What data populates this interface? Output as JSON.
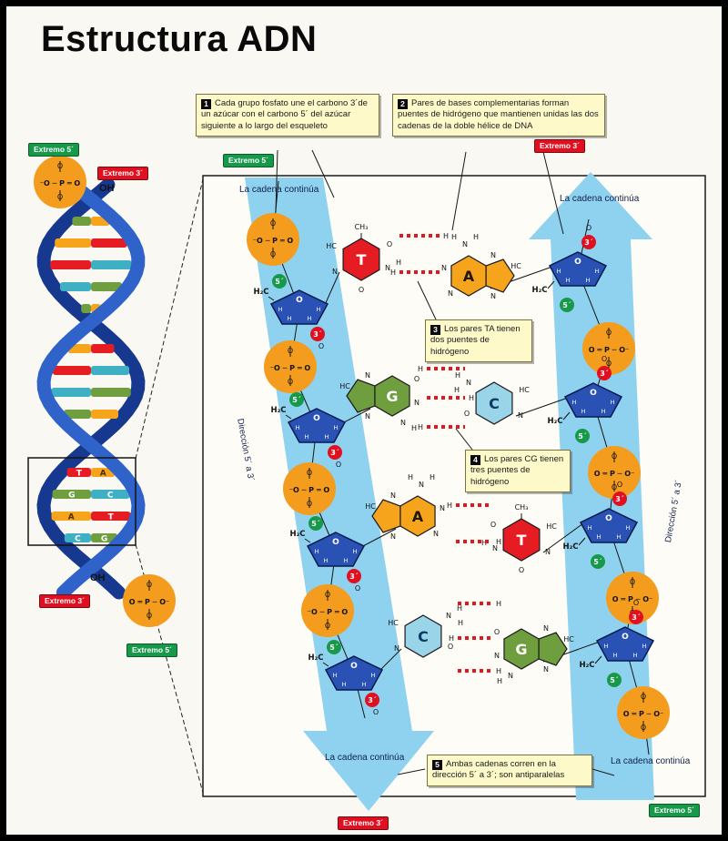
{
  "page": {
    "title": "Estructura ADN"
  },
  "labels": {
    "extremo5": "Extremo 5´",
    "extremo3": "Extremo 3´",
    "cadena": "La cadena continúa",
    "direccion": "Dirección 5´ a 3´",
    "oh": "OH"
  },
  "atoms": {
    "o": "O",
    "o_minus": "O⁻",
    "p": "P",
    "n": "N",
    "h": "H",
    "hc": "HC",
    "h2c": "H₂C",
    "ch3": "CH₃",
    "c": "C",
    "five_prime": "5´",
    "three_prime": "3´"
  },
  "phosphate": {
    "top": "O",
    "mid_left": "⁻O ─ P ═ O",
    "mid_right": "O ═ P ─ O⁻",
    "bottom": "O"
  },
  "callouts": [
    {
      "num": "1",
      "text": "Cada grupo fosfato une el carbono 3´de un azúcar con el carbono 5´ del azúcar siguiente a lo largo del esqueleto"
    },
    {
      "num": "2",
      "text": "Pares de bases complementarias forman puentes de hidrógeno que mantienen unidas las dos cadenas de la doble hélice de DNA"
    },
    {
      "num": "3",
      "text": "Los pares TA tienen dos puentes de hidrógeno"
    },
    {
      "num": "4",
      "text": "Los pares CG tienen tres puentes de hidrógeno"
    },
    {
      "num": "5",
      "text": "Ambas cadenas corren en la dirección 5´ a 3´; son antiparalelas"
    }
  ],
  "helix": {
    "base_pairs": [
      {
        "left": "T",
        "right": "A"
      },
      {
        "left": "G",
        "right": "C"
      },
      {
        "left": "A",
        "right": "T"
      },
      {
        "left": "C",
        "right": "G"
      }
    ]
  },
  "pairs": [
    {
      "left_base": "T",
      "right_base": "A",
      "hydrogen_bonds": 2
    },
    {
      "left_base": "G",
      "right_base": "C",
      "hydrogen_bonds": 3
    },
    {
      "left_base": "A",
      "right_base": "T",
      "hydrogen_bonds": 2
    },
    {
      "left_base": "C",
      "right_base": "G",
      "hydrogen_bonds": 3
    }
  ],
  "colors": {
    "thymine": "#e51d23",
    "adenine": "#f6a41c",
    "guanine": "#6f9e3f",
    "cytosine": "#9ad4e8",
    "cytosine_helix": "#3fb0c4",
    "sugar": "#2a52b4",
    "phosphate": "#f49c1e",
    "strand": "#8fd2f0",
    "extremo5_badge": "#169a4a",
    "extremo3_badge": "#e01020",
    "hydrogen_bond": "#e8141e",
    "callout_bg": "#fdf9c8"
  }
}
